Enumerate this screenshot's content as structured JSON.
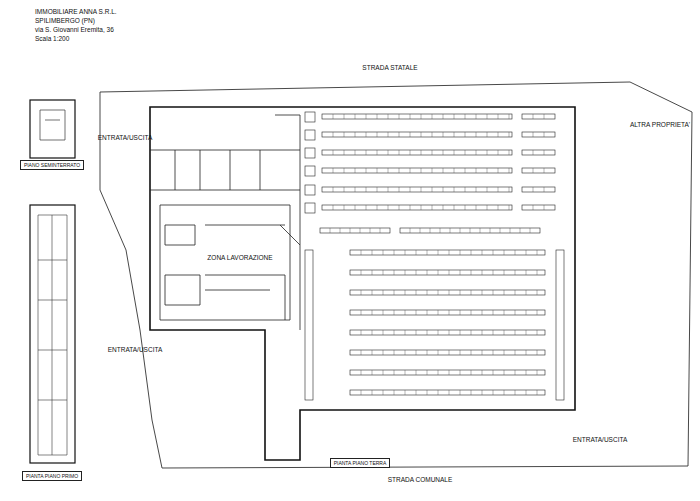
{
  "diagram": {
    "nodes": [
      {
        "text": [
          "PIANO SEMINTERRATO"
        ]
      },
      {
        "text": [
          "PIANTA PIANO PRIMO"
        ]
      },
      {
        "text": [
          "PIANTA PIANO TERRA"
        ]
      }
    ],
    "labels": [
      "IMMOBILIARE ANNA S.R.L.",
      "SPILIMBERGO (PN)",
      "via S. Giovanni Eremita, 36",
      "Scala 1:200",
      "STRADA STATALE",
      "ENTRATA/USCITA",
      "ALTRA PROPRIETA'",
      "ENTRATA/USCITA",
      "ENTRATA/USCITA",
      "STRADA COMUNALE",
      "ZONA LAVORAZIONE"
    ]
  }
}
